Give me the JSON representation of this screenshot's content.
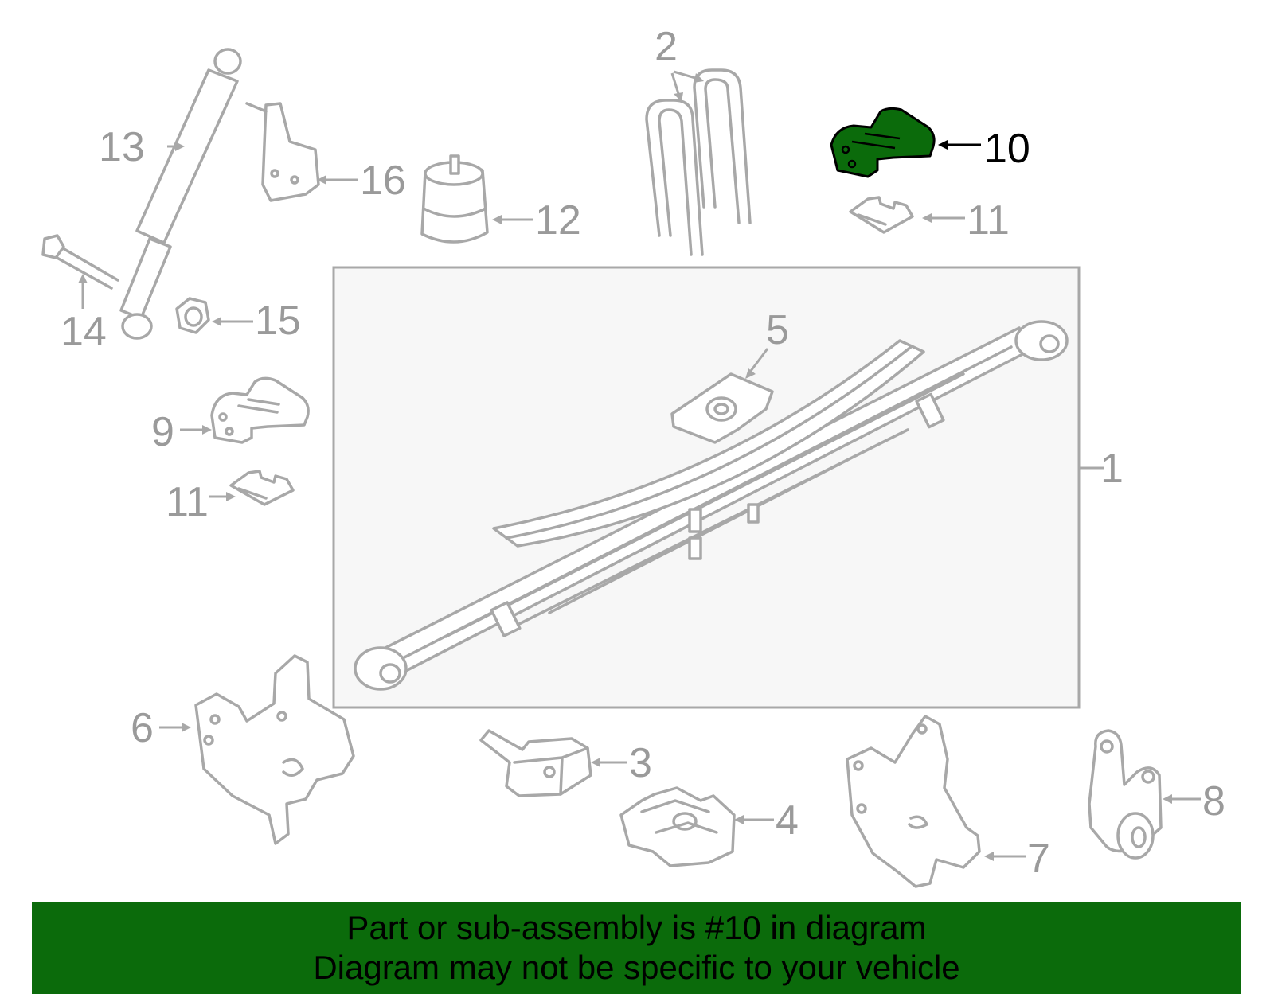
{
  "callouts": {
    "c1": "1",
    "c2": "2",
    "c3": "3",
    "c4": "4",
    "c5": "5",
    "c6": "6",
    "c7": "7",
    "c8": "8",
    "c9": "9",
    "c10": "10",
    "c11a": "11",
    "c11b": "11",
    "c12": "12",
    "c13": "13",
    "c14": "14",
    "c15": "15",
    "c16": "16"
  },
  "highlight": {
    "part_number": "10",
    "color": "#0b6b0b"
  },
  "banner": {
    "line1": "Part or sub-assembly is #10 in diagram",
    "line2": "Diagram may not be specific to your vehicle"
  }
}
